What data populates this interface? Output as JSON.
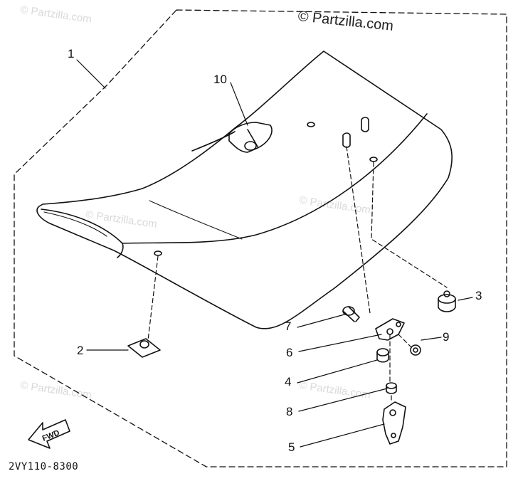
{
  "watermark": {
    "main": "© Partzilla.com",
    "faint": "© Partzilla.com"
  },
  "diagram_code": "2VY110-8300",
  "fwd_label": "FWD",
  "callouts": {
    "c1": "1",
    "c2": "2",
    "c3": "3",
    "c4": "4",
    "c5": "5",
    "c6": "6",
    "c7": "7",
    "c8": "8",
    "c9": "9",
    "c10": "10"
  }
}
